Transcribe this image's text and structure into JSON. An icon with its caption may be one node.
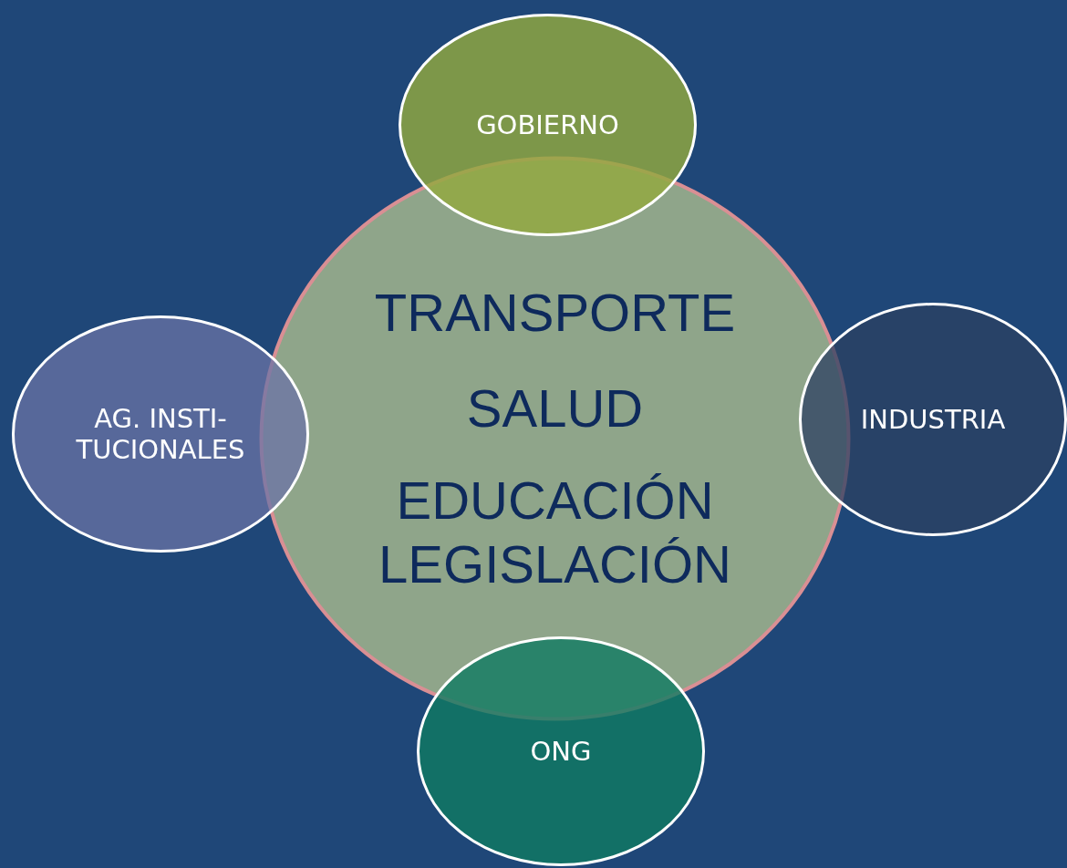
{
  "diagram": {
    "nodes": [
      {
        "text": [
          "GOBIERNO"
        ]
      },
      {
        "text": [
          "TRANSPORTE",
          "SALUD",
          "EDUCACIÓN",
          "LEGISLACIÓN"
        ]
      },
      {
        "text": [
          "AG. INSTI- TUCIONALES"
        ]
      },
      {
        "text": [
          "INDUSTRIA"
        ]
      },
      {
        "text": [
          "ONG"
        ]
      }
    ]
  }
}
